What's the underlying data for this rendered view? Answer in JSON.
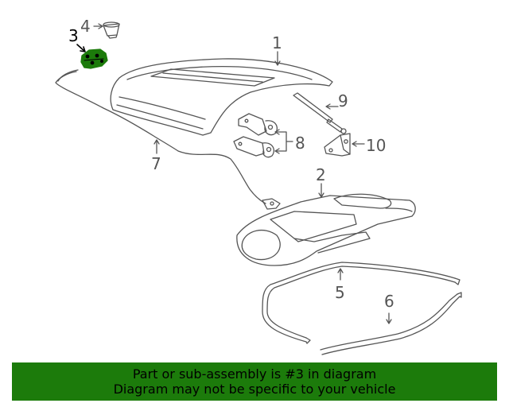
{
  "diagram": {
    "callouts": [
      {
        "id": "1",
        "label": "1"
      },
      {
        "id": "2",
        "label": "2"
      },
      {
        "id": "3",
        "label": "3",
        "highlighted": true
      },
      {
        "id": "4",
        "label": "4"
      },
      {
        "id": "5",
        "label": "5"
      },
      {
        "id": "6",
        "label": "6"
      },
      {
        "id": "7",
        "label": "7"
      },
      {
        "id": "8",
        "label": "8"
      },
      {
        "id": "9",
        "label": "9"
      },
      {
        "id": "10",
        "label": "10"
      }
    ],
    "colors": {
      "line": "#555555",
      "highlight_part": "#1c7b0b",
      "banner_bg": "#1c7b0b",
      "highlight_label": "#000000"
    }
  },
  "banner": {
    "line1": "Part or sub-assembly is #3 in diagram",
    "line2": "Diagram may not be specific to your vehicle"
  }
}
